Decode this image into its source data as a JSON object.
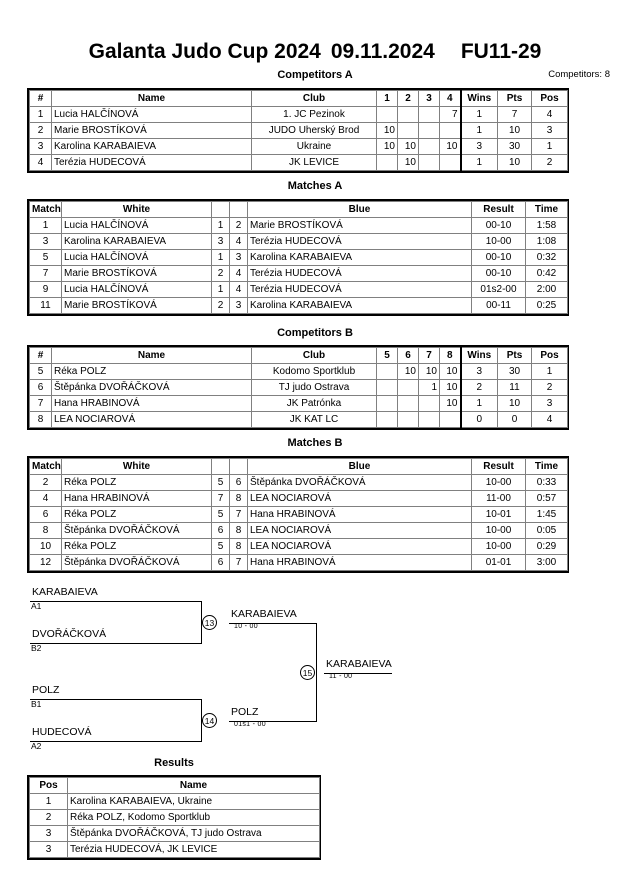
{
  "header": {
    "event": "Galanta Judo Cup 2024",
    "date": "09.11.2024",
    "category": "FU11-29",
    "subtitle": "Competitors A",
    "competitors_count": "Competitors: 8"
  },
  "sections": {
    "competitors_a": "Competitors A",
    "matches_a": "Matches A",
    "competitors_b": "Competitors B",
    "matches_b": "Matches B",
    "results": "Results"
  },
  "competitors_a": {
    "headers": [
      "#",
      "Name",
      "Club",
      "1",
      "2",
      "3",
      "4",
      "Wins",
      "Pts",
      "Pos"
    ],
    "rows": [
      {
        "num": "1",
        "name": "Lucia HALČÍNOVÁ",
        "club": "1. JC Pezinok",
        "m": [
          "",
          "",
          "",
          "7"
        ],
        "wins": "1",
        "pts": "7",
        "pos": "4"
      },
      {
        "num": "2",
        "name": "Marie BROSTÍKOVÁ",
        "club": "JUDO Uherský Brod",
        "m": [
          "10",
          "",
          "",
          ""
        ],
        "wins": "1",
        "pts": "10",
        "pos": "3"
      },
      {
        "num": "3",
        "name": "Karolina KARABAIEVA",
        "club": "Ukraine",
        "m": [
          "10",
          "10",
          "",
          "10"
        ],
        "wins": "3",
        "pts": "30",
        "pos": "1"
      },
      {
        "num": "4",
        "name": "Terézia HUDECOVÁ",
        "club": "JK LEVICE",
        "m": [
          "",
          "10",
          "",
          ""
        ],
        "wins": "1",
        "pts": "10",
        "pos": "2"
      }
    ]
  },
  "matches_a": {
    "headers": [
      "Match",
      "White",
      "",
      "",
      "Blue",
      "Result",
      "Time"
    ],
    "rows": [
      {
        "match": "1",
        "white": "Lucia HALČÍNOVÁ",
        "wnum": "1",
        "bnum": "2",
        "blue": "Marie BROSTÍKOVÁ",
        "result": "00-10",
        "time": "1:58"
      },
      {
        "match": "3",
        "white": "Karolina KARABAIEVA",
        "wnum": "3",
        "bnum": "4",
        "blue": "Terézia HUDECOVÁ",
        "result": "10-00",
        "time": "1:08"
      },
      {
        "match": "5",
        "white": "Lucia HALČÍNOVÁ",
        "wnum": "1",
        "bnum": "3",
        "blue": "Karolina KARABAIEVA",
        "result": "00-10",
        "time": "0:32"
      },
      {
        "match": "7",
        "white": "Marie BROSTÍKOVÁ",
        "wnum": "2",
        "bnum": "4",
        "blue": "Terézia HUDECOVÁ",
        "result": "00-10",
        "time": "0:42"
      },
      {
        "match": "9",
        "white": "Lucia HALČÍNOVÁ",
        "wnum": "1",
        "bnum": "4",
        "blue": "Terézia HUDECOVÁ",
        "result": "01s2-00",
        "time": "2:00"
      },
      {
        "match": "11",
        "white": "Marie BROSTÍKOVÁ",
        "wnum": "2",
        "bnum": "3",
        "blue": "Karolina KARABAIEVA",
        "result": "00-11",
        "time": "0:25"
      }
    ]
  },
  "competitors_b": {
    "headers": [
      "#",
      "Name",
      "Club",
      "5",
      "6",
      "7",
      "8",
      "Wins",
      "Pts",
      "Pos"
    ],
    "rows": [
      {
        "num": "5",
        "name": "Réka POLZ",
        "club": "Kodomo Sportklub",
        "m": [
          "",
          "10",
          "10",
          "10"
        ],
        "wins": "3",
        "pts": "30",
        "pos": "1"
      },
      {
        "num": "6",
        "name": "Štěpánka DVOŘÁČKOVÁ",
        "club": "TJ judo Ostrava",
        "m": [
          "",
          "",
          "1",
          "10"
        ],
        "wins": "2",
        "pts": "11",
        "pos": "2"
      },
      {
        "num": "7",
        "name": "Hana HRABINOVÁ",
        "club": "JK Patrónka",
        "m": [
          "",
          "",
          "",
          "10"
        ],
        "wins": "1",
        "pts": "10",
        "pos": "3"
      },
      {
        "num": "8",
        "name": "LEA NOCIAROVÁ",
        "club": "JK KAT LC",
        "m": [
          "",
          "",
          "",
          ""
        ],
        "wins": "0",
        "pts": "0",
        "pos": "4"
      }
    ]
  },
  "matches_b": {
    "headers": [
      "Match",
      "White",
      "",
      "",
      "Blue",
      "Result",
      "Time"
    ],
    "rows": [
      {
        "match": "2",
        "white": "Réka POLZ",
        "wnum": "5",
        "bnum": "6",
        "blue": "Štěpánka DVOŘÁČKOVÁ",
        "result": "10-00",
        "time": "0:33"
      },
      {
        "match": "4",
        "white": "Hana HRABINOVÁ",
        "wnum": "7",
        "bnum": "8",
        "blue": "LEA NOCIAROVÁ",
        "result": "11-00",
        "time": "0:57"
      },
      {
        "match": "6",
        "white": "Réka POLZ",
        "wnum": "5",
        "bnum": "7",
        "blue": "Hana HRABINOVÁ",
        "result": "10-01",
        "time": "1:45"
      },
      {
        "match": "8",
        "white": "Štěpánka DVOŘÁČKOVÁ",
        "wnum": "6",
        "bnum": "8",
        "blue": "LEA NOCIAROVÁ",
        "result": "10-00",
        "time": "0:05"
      },
      {
        "match": "10",
        "white": "Réka POLZ",
        "wnum": "5",
        "bnum": "8",
        "blue": "LEA NOCIAROVÁ",
        "result": "10-00",
        "time": "0:29"
      },
      {
        "match": "12",
        "white": "Štěpánka DVOŘÁČKOVÁ",
        "wnum": "6",
        "bnum": "7",
        "blue": "Hana HRABINOVÁ",
        "result": "01-01",
        "time": "3:00"
      }
    ]
  },
  "bracket": {
    "entries": [
      {
        "name": "KARABAIEVA",
        "seed": "A1"
      },
      {
        "name": "DVOŘÁČKOVÁ",
        "seed": "B2"
      },
      {
        "name": "POLZ",
        "seed": "B1"
      },
      {
        "name": "HUDECOVÁ",
        "seed": "A2"
      }
    ],
    "semifinals": [
      {
        "node": "13",
        "winner": "KARABAIEVA",
        "score": "10 - 00"
      },
      {
        "node": "14",
        "winner": "POLZ",
        "score": "01s1 - 00"
      }
    ],
    "final": {
      "node": "15",
      "winner": "KARABAIEVA",
      "score": "11 - 00"
    }
  },
  "results": {
    "headers": [
      "Pos",
      "Name"
    ],
    "rows": [
      {
        "pos": "1",
        "name": "Karolina KARABAIEVA, Ukraine"
      },
      {
        "pos": "2",
        "name": "Réka POLZ, Kodomo Sportklub"
      },
      {
        "pos": "3",
        "name": "Štěpánka DVOŘÁČKOVÁ, TJ judo Ostrava"
      },
      {
        "pos": "3",
        "name": "Terézia HUDECOVÁ, JK LEVICE"
      }
    ]
  }
}
